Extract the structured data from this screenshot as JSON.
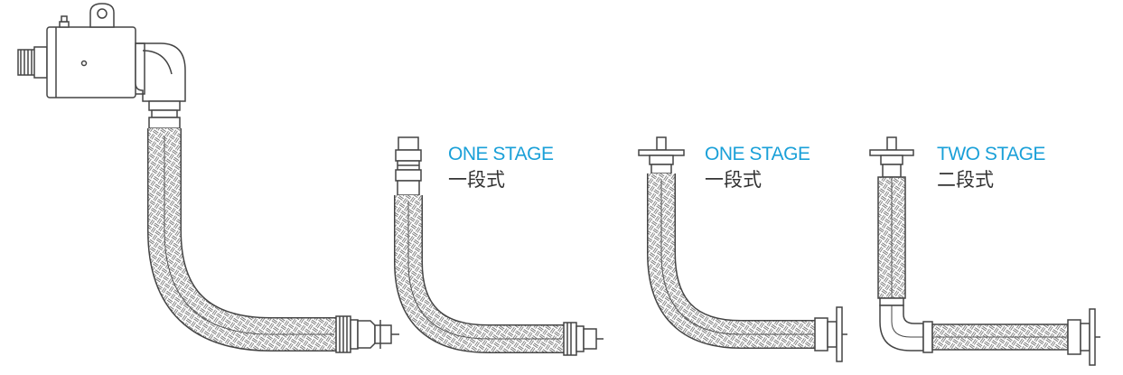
{
  "colors": {
    "accent": "#1aa0d8",
    "text_dark": "#333333",
    "line": "#444444",
    "pattern": "#888888"
  },
  "labels": [
    {
      "en": "ONE STAGE",
      "zh": "一段式"
    },
    {
      "en": "ONE STAGE",
      "zh": "一段式"
    },
    {
      "en": "TWO STAGE",
      "zh": "二段式"
    }
  ]
}
